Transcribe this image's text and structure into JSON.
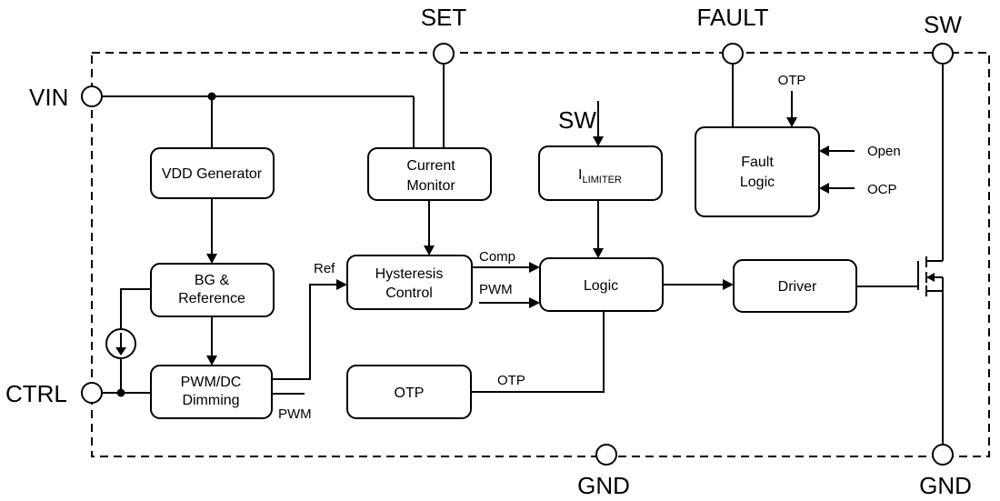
{
  "pins": {
    "vin": "VIN",
    "ctrl": "CTRL",
    "set": "SET",
    "fault": "FAULT",
    "sw_top": "SW",
    "gnd_bottom": "GND",
    "gnd_right": "GND"
  },
  "blocks": {
    "vdd_generator": "VDD Generator",
    "bg_reference_line1": "BG &",
    "bg_reference_line2": "Reference",
    "pwm_dc_line1": "PWM/DC",
    "pwm_dc_line2": "Dimming",
    "current_monitor_line1": "Current",
    "current_monitor_line2": "Monitor",
    "hysteresis_line1": "Hysteresis",
    "hysteresis_line2": "Control",
    "otp_block": "OTP",
    "ilimiter_main": "I",
    "ilimiter_sub": "LIMITER",
    "logic": "Logic",
    "fault_logic_line1": "Fault",
    "fault_logic_line2": "Logic",
    "driver": "Driver"
  },
  "signals": {
    "ref": "Ref",
    "comp": "Comp",
    "pwm_in": "PWM",
    "pwm_out": "PWM",
    "otp_line": "OTP",
    "sw_input": "SW",
    "otp_fault": "OTP",
    "open": "Open",
    "ocp": "OCP"
  }
}
